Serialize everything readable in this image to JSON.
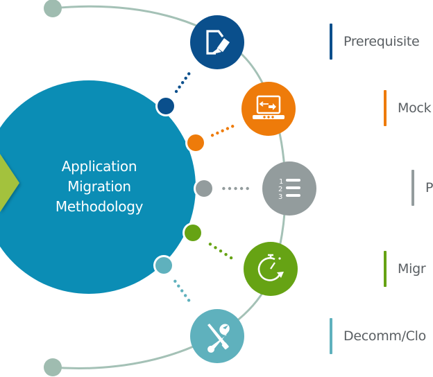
{
  "diagram": {
    "title_lines": [
      "Application",
      "Migration",
      "Methodology"
    ],
    "colors": {
      "main_circle": "#0b8db5",
      "arrow": "#a3c23c",
      "orbit": "#a4c1b6",
      "endpoint": "#9fbcb0",
      "text": "#5a5f63"
    },
    "steps": [
      {
        "id": "prerequisite",
        "label": "Prerequisite",
        "icon": "document-edit-icon",
        "color": "#0a4f8c"
      },
      {
        "id": "mock",
        "label": "Mock",
        "icon": "laptop-transfer-icon",
        "color": "#ee7b0a"
      },
      {
        "id": "plan",
        "label": "P",
        "icon": "numbered-list-icon",
        "color": "#939c9d"
      },
      {
        "id": "migration",
        "label": "Migr",
        "icon": "stopwatch-icon",
        "color": "#66a314"
      },
      {
        "id": "decomm",
        "label": "Decomm/Clo",
        "icon": "tools-icon",
        "color": "#5fb1bd"
      }
    ]
  }
}
